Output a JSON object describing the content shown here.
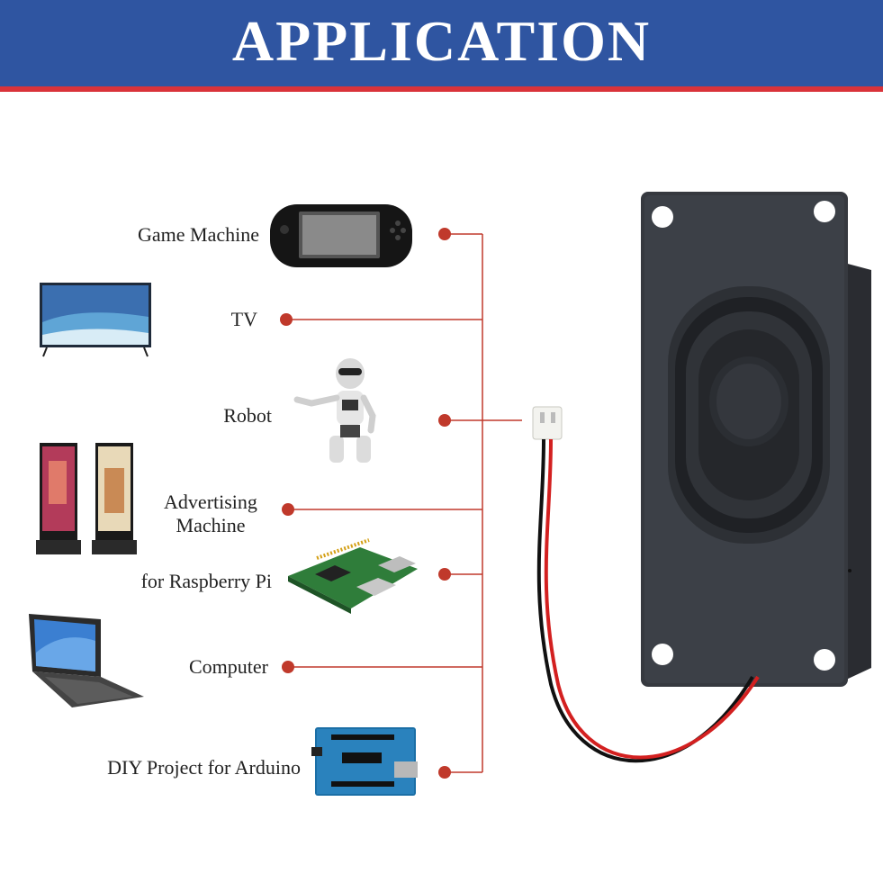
{
  "header": {
    "title": "APPLICATION"
  },
  "colors": {
    "banner": "#2f55a1",
    "stripe": "#d9333a",
    "connector": "#c0392b"
  },
  "applications": [
    {
      "label": "Game Machine",
      "icon": "game-console-icon"
    },
    {
      "label": "TV",
      "icon": "tv-icon"
    },
    {
      "label": "Robot",
      "icon": "robot-icon"
    },
    {
      "label": "Advertising Machine",
      "icon": "advertising-kiosk-icon"
    },
    {
      "label": "for Raspberry Pi",
      "icon": "raspberry-pi-board-icon"
    },
    {
      "label": "Computer",
      "icon": "laptop-icon"
    },
    {
      "label": "DIY Project for Arduino",
      "icon": "arduino-board-icon"
    }
  ],
  "product": {
    "icon": "speaker-icon"
  }
}
